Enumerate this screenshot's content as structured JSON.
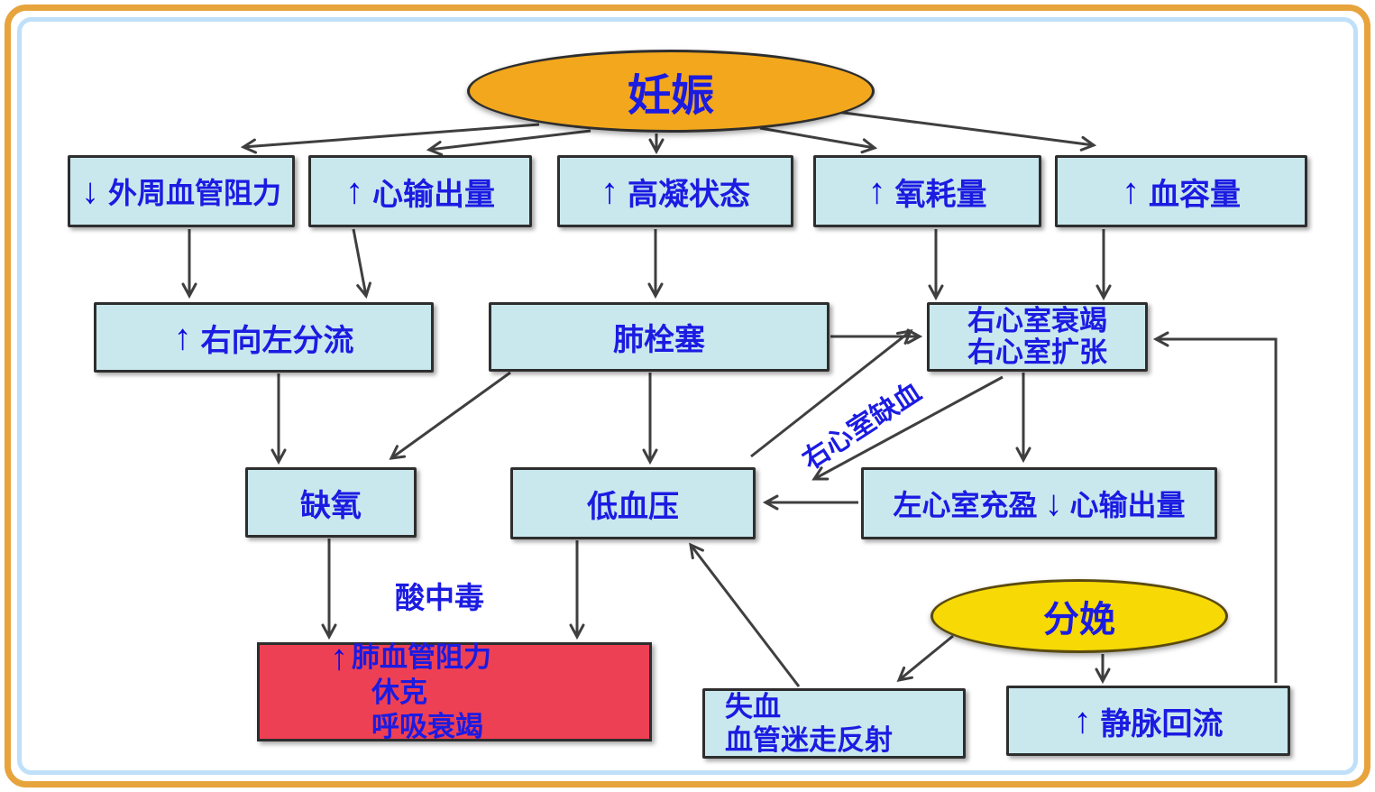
{
  "colors": {
    "box_fill": "#c8e8ee",
    "crisis_fill": "#ee4054",
    "pregnancy_fill": "#f2a71c",
    "delivery_fill": "#f6d905",
    "text_blue": "#1b1be2",
    "arrow_gray": "#3f3f3f",
    "frame_gold": "#e7a33c",
    "frame_blue": "#bfe0f8"
  },
  "nodes": {
    "pregnancy": {
      "label": "妊娠"
    },
    "peripheral_resistance": {
      "arrow": "↓",
      "text": "外周血管阻力"
    },
    "cardiac_output": {
      "arrow": "↑",
      "text": "心输出量"
    },
    "hypercoagulable": {
      "arrow": "↑",
      "text": "高凝状态"
    },
    "oxygen_consumption": {
      "arrow": "↑",
      "text": "氧耗量"
    },
    "blood_volume": {
      "arrow": "↑",
      "text": "血容量"
    },
    "shunt": {
      "arrow": "↑",
      "text": "右向左分流"
    },
    "pulmonary_embolism": {
      "label": "肺栓塞"
    },
    "rv_failure": {
      "line1": "右心室衰竭",
      "line2": "右心室扩张"
    },
    "hypoxia": {
      "label": "缺氧"
    },
    "hypotension": {
      "label": "低血压"
    },
    "lv_filling": {
      "text1": "左心室充盈",
      "arrow": "↓",
      "text2": "心输出量"
    },
    "crisis": {
      "line1_arrow": "↑",
      "line1": "肺血管阻力",
      "line2": "休克",
      "line3": "呼吸衰竭"
    },
    "delivery": {
      "label": "分娩"
    },
    "blood_loss": {
      "line1": "失血",
      "line2": "血管迷走反射"
    },
    "venous_return": {
      "arrow": "↑",
      "text": "静脉回流"
    }
  },
  "labels": {
    "acidosis": "酸中毒",
    "rv_ischemia": "右心室缺血"
  }
}
